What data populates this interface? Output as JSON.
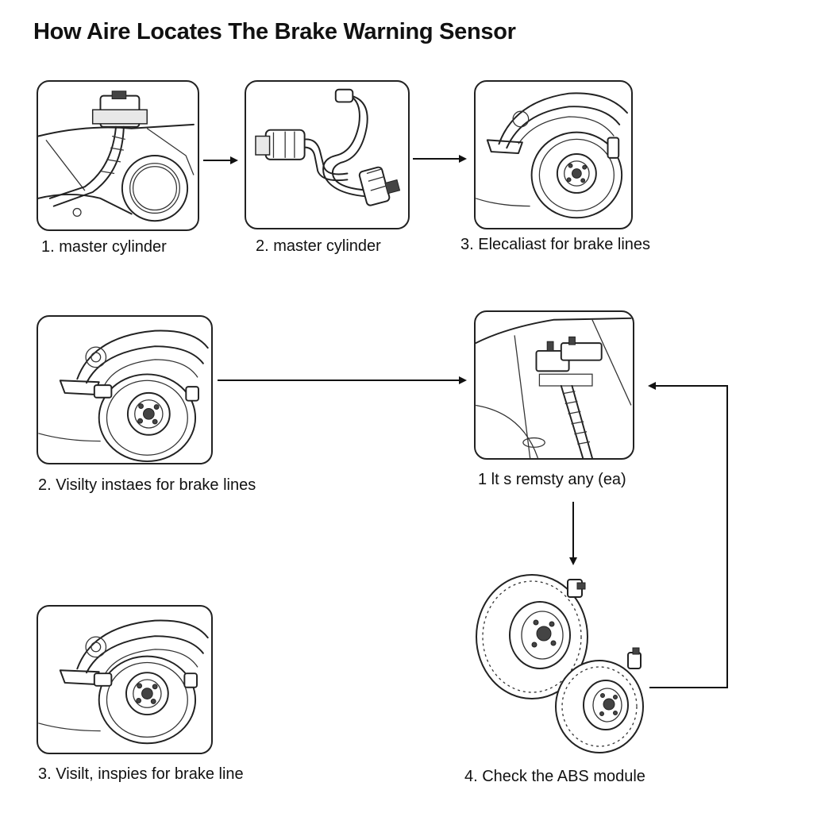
{
  "title": "How Aire Locates The Brake Warning Sensor",
  "steps": [
    {
      "caption": "1. master cylinder",
      "image": "master-cylinder-illustration"
    },
    {
      "caption": "2.  master cylinder",
      "image": "wiring-harness-connector-illustration"
    },
    {
      "caption": "3.  Elecaliast for brake lines",
      "image": "wheel-caliper-illustration"
    },
    {
      "caption": "2. Visilty instaes for brake lines",
      "image": "wheel-fender-illustration"
    },
    {
      "caption": "1 lt  s remsty any (ea)",
      "image": "strut-sensor-illustration"
    },
    {
      "caption": "3.  Visilt, inspies for brake line",
      "image": "wheel-fender-illustration"
    },
    {
      "caption": "4.  Check the  ABS module",
      "image": "brake-rotors-illustration"
    }
  ]
}
